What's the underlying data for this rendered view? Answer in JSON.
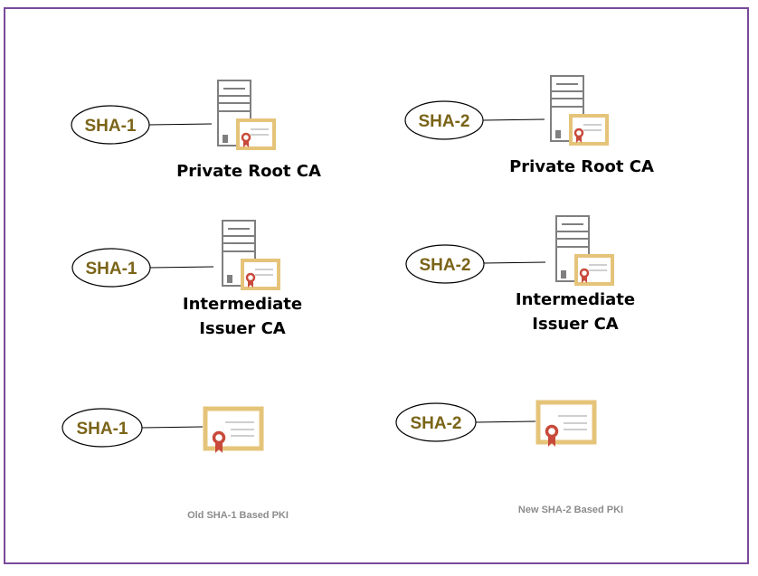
{
  "colors": {
    "frame": "#7a4a9a",
    "hash_text": "#7a6418",
    "certificate": "#e5c47a",
    "ribbon": "#c84a3a",
    "server": "#7f7f7f"
  },
  "old_pki": {
    "root": {
      "hash": "SHA-1",
      "name": "Private Root CA",
      "icon": "server-with-certificate-icon"
    },
    "intermediate": {
      "hash": "SHA-1",
      "name_line1": "Intermediate",
      "name_line2": "Issuer CA",
      "icon": "server-with-certificate-icon"
    },
    "leaf": {
      "hash": "SHA-1",
      "icon": "certificate-icon"
    },
    "caption": "Old SHA-1 Based PKI"
  },
  "new_pki": {
    "root": {
      "hash": "SHA-2",
      "name": "Private Root CA",
      "icon": "server-with-certificate-icon"
    },
    "intermediate": {
      "hash": "SHA-2",
      "name_line1": "Intermediate",
      "name_line2": "Issuer CA",
      "icon": "server-with-certificate-icon"
    },
    "leaf": {
      "hash": "SHA-2",
      "icon": "certificate-icon"
    },
    "caption": "New SHA-2 Based PKI"
  }
}
